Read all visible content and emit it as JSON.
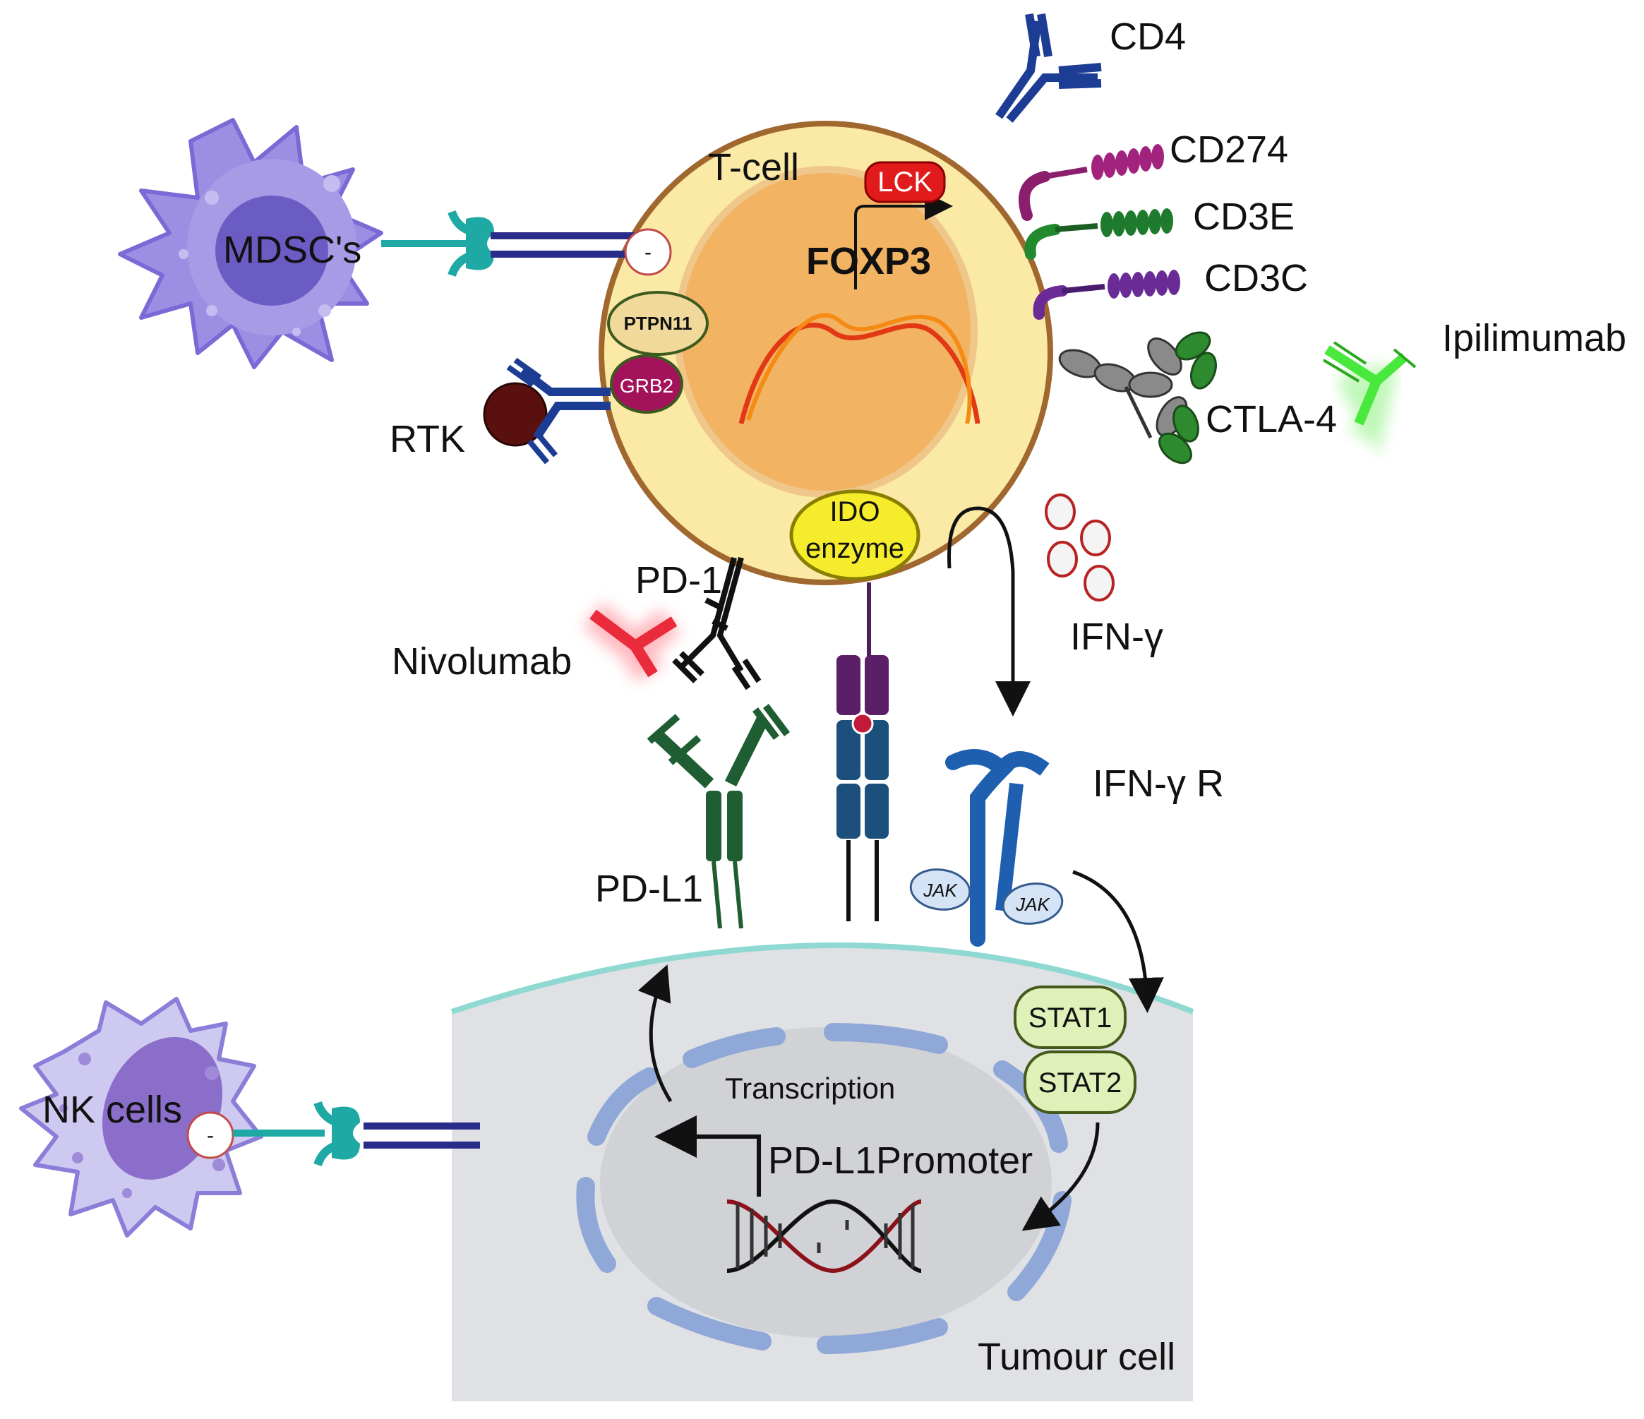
{
  "labels": {
    "cd4": "CD4",
    "cd274": "CD274",
    "cd3e": "CD3E",
    "cd3c": "CD3C",
    "ipilimumab": "Ipilimumab",
    "ctla4": "CTLA-4",
    "t_cell": "T-cell",
    "lck": "LCK",
    "foxp3": "FOXP3",
    "mdscs": "MDSC's",
    "ptpn11": "PTPN11",
    "grb2": "GRB2",
    "rtk": "RTK",
    "ido_line1": "IDO",
    "ido_line2": "enzyme",
    "pd1": "PD-1",
    "nivolumab": "Nivolumab",
    "ifng": "IFN-γ",
    "ifngr": "IFN-γ R",
    "pdl1": "PD-L1",
    "jak1": "JAK",
    "jak2": "JAK",
    "stat1": "STAT1",
    "stat2": "STAT2",
    "nk_cells": "NK cells",
    "transcription": "Transcription",
    "pdl1_promoter": "PD-L1Promoter",
    "tumour_cell": "Tumour cell",
    "minus_mdsc": "-",
    "minus_nk": "-"
  },
  "colors": {
    "t_cell_fill": "#fbe9a6",
    "t_cell_border": "#a0672e",
    "nucleus": "#f2b463",
    "tumour_fill": "#dfe1e4",
    "membrane": "#8fd9d2",
    "mdsc": "#9c8fe3",
    "receptor_blue": "#1d3c94",
    "pdl1_green": "#1e5e32",
    "lck_red": "#e11b1b",
    "ido_yellow": "#f5ec2c",
    "nivolumab_red": "#ea2b3b",
    "ipilimumab_green": "#49e83c",
    "stat_green": "#dff0b8"
  }
}
